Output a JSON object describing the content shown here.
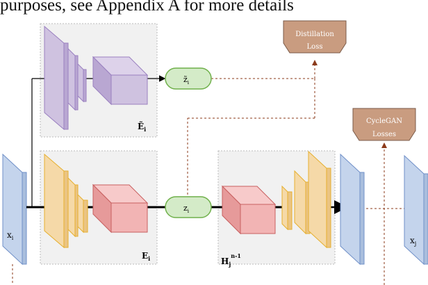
{
  "caption": "purposes, see Appendix A for more details",
  "labels": {
    "distillation_line1": "Distillation",
    "distillation_line2": "Loss",
    "cyclegan_line1": "CycleGAN",
    "cyclegan_line2": "Losses",
    "z_tilde": "z̃",
    "z_tilde_sub": "i",
    "z": "z",
    "z_sub": "i",
    "E_tilde": "Ẽ",
    "E_tilde_sub": "i",
    "E": "E",
    "E_sub": "i",
    "H": "H",
    "H_sub": "j",
    "H_sup": "n-1",
    "x_i": "x",
    "x_i_sub": "i",
    "x_j": "x",
    "x_j_sub": "j"
  },
  "colors": {
    "purple_fill": "#cfc2e0",
    "purple_edge": "#9a80c0",
    "orange_fill": "#f5d9a8",
    "orange_edge": "#e6b030",
    "red_fill": "#f2b4b4",
    "red_edge": "#c86060",
    "green_fill": "#d4ebc8",
    "green_edge": "#6fb04a",
    "blue_fill": "#c4d4ec",
    "blue_edge": "#7090c8",
    "loss_fill": "#c99c80",
    "dashed": "#8b3a1a",
    "panel": "#f1f1f1"
  }
}
